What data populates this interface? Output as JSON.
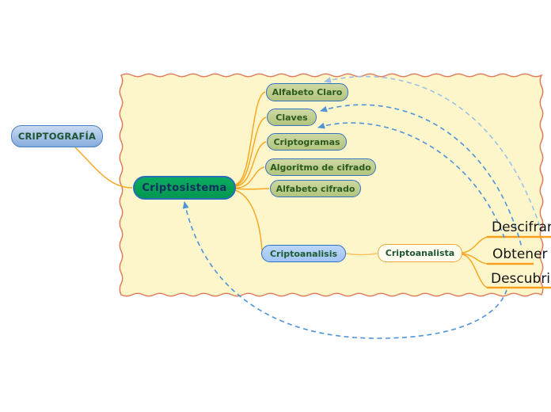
{
  "mindmap": {
    "root": {
      "label": "CRIPTOGRAFÍA"
    },
    "central": {
      "label": "Criptosistema"
    },
    "branches": [
      {
        "label": "Alfabeto Claro"
      },
      {
        "label": "Claves"
      },
      {
        "label": "Criptogramas"
      },
      {
        "label": "Algoritmo de cifrado"
      },
      {
        "label": "Alfabeto cifrado"
      },
      {
        "label": "Criptoanalisis"
      }
    ],
    "analyst": {
      "label": "Criptoanalista"
    },
    "actions": [
      {
        "label": "Descifrar"
      },
      {
        "label": "Obtener"
      },
      {
        "label": "Descubrir"
      }
    ],
    "colors": {
      "region_fill": "#fdf6cb",
      "region_border": "#e07c5c",
      "connector_orange": "#f7a823",
      "underline_orange": "#f5a01f",
      "relation_dashed_blue": "#4f93d9",
      "relation_dashed_light": "#9cc0e6",
      "root_fill": "#87acdc",
      "root_border": "#4a7fc1",
      "central_fill": "#05a457",
      "central_border": "#2b6cb8",
      "branch_fill": "#b2c47c",
      "branch_border": "#3470c4",
      "criptoanalisis_fill": "#a9cdf5",
      "analyst_fill": "#fffdf0",
      "analyst_border": "#efa636",
      "node_text_green": "#1e5434",
      "central_text": "#122f5e",
      "action_text": "#141414"
    }
  }
}
